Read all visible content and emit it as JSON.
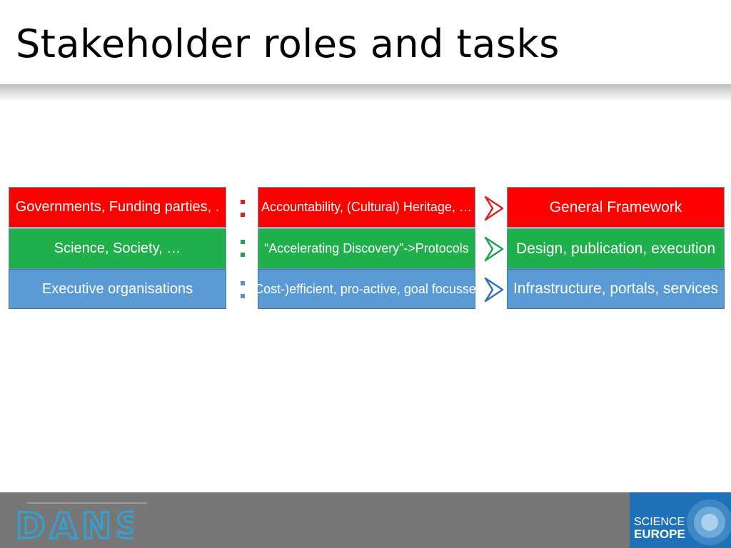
{
  "slide": {
    "title": "Stakeholder roles and tasks"
  },
  "rows": [
    {
      "stakeholder": "Governments, Funding parties, .",
      "role": "Accountability, (Cultural) Heritage, …",
      "task": "General Framework",
      "color": "#ff0000"
    },
    {
      "stakeholder": "Science, Society, …",
      "role": "“Accelerating Discovery”->Protocols",
      "task": "Design, publication, execution",
      "color": "#20b04b"
    },
    {
      "stakeholder": "Executive organisations",
      "role": "(Cost-)efficient, pro-active, goal focussed",
      "task": "Infrastructure, portals, services",
      "color": "#5b9bd5"
    }
  ],
  "footer": {
    "left_logo": "DANS",
    "right_logo_line1": "SCIENCE",
    "right_logo_line2": "EUROPE",
    "background": "#777777",
    "right_background": "#1f72b8"
  }
}
